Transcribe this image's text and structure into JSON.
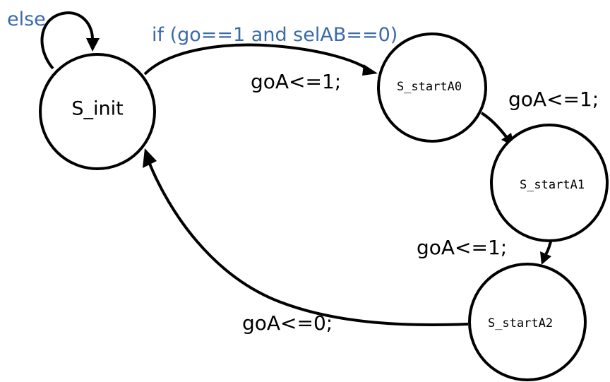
{
  "colors": {
    "condition_text": "#3b6aa8",
    "stroke": "#000000",
    "background": "#ffffff"
  },
  "states": {
    "init": "S_init",
    "start_a0": "S_startA0",
    "start_a1": "S_startA1",
    "start_a2": "S_startA2"
  },
  "transitions": {
    "self_loop_condition": "else",
    "init_to_a0_condition": "if (go==1 and selAB==0)",
    "init_to_a0_action": "goA<=1;",
    "a0_to_a1_action": "goA<=1;",
    "a1_to_a2_action": "goA<=1;",
    "a2_to_init_action": "goA<=0;"
  }
}
